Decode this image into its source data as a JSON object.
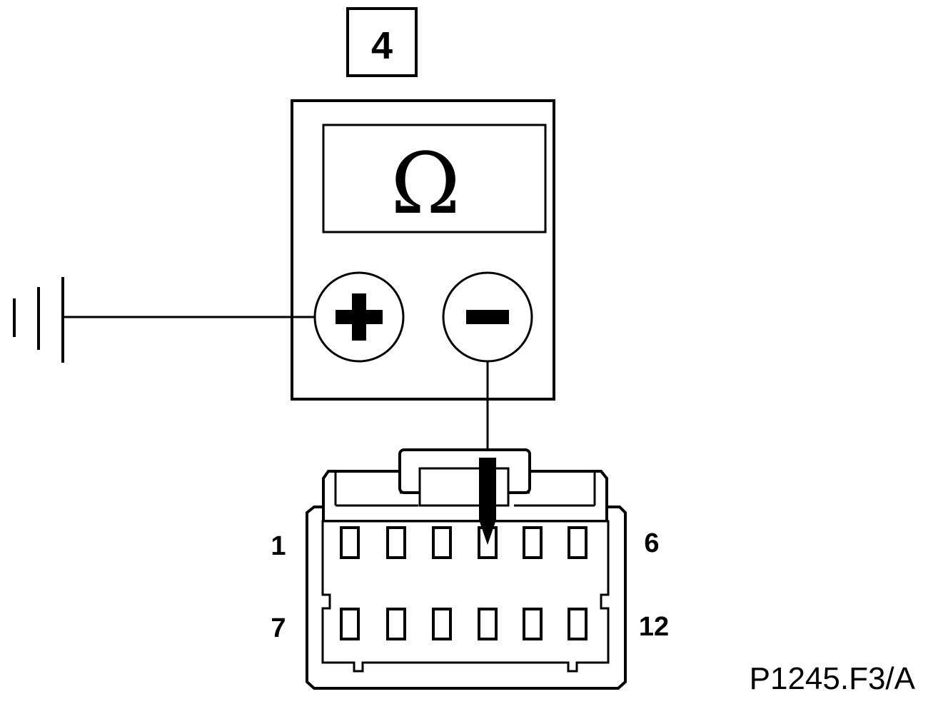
{
  "step_number": "4",
  "meter": {
    "display_symbol": "Ω",
    "positive_terminal": "+",
    "negative_terminal": "–"
  },
  "connector": {
    "pin_label_top_left": "1",
    "pin_label_top_right": "6",
    "pin_label_bottom_left": "7",
    "pin_label_bottom_right": "12",
    "probed_pin": 4
  },
  "reference_code": "P1245.F3/A"
}
